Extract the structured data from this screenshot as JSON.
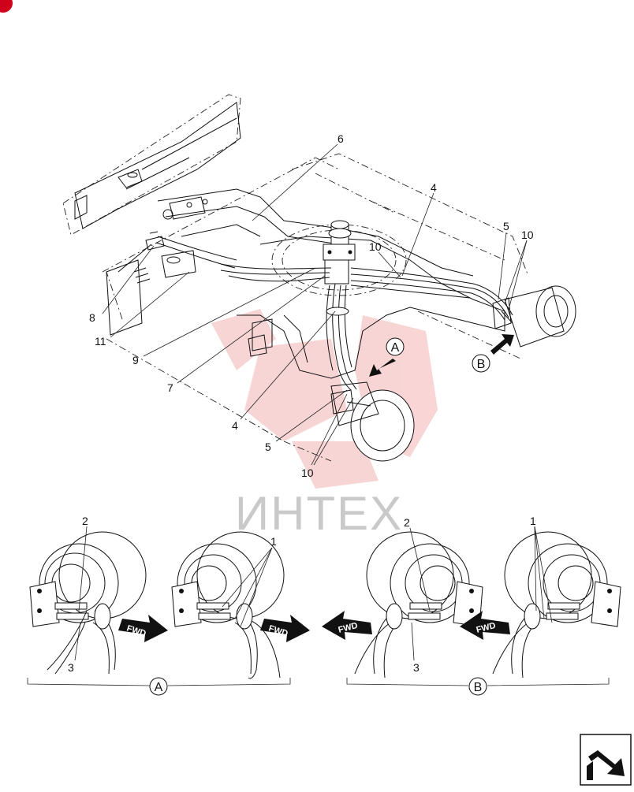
{
  "callouts": {
    "c1_a": "1",
    "c1_b": "1",
    "c2_a": "2",
    "c2_b": "2",
    "c3_a": "3",
    "c3_b": "3",
    "c4_top": "4",
    "c4_bottom": "4",
    "c5_right": "5",
    "c5_bottom": "5",
    "c6": "6",
    "c7": "7",
    "c8": "8",
    "c9": "9",
    "c10_center": "10",
    "c10_right": "10",
    "c10_bottom": "10",
    "c11": "11"
  },
  "view_labels": {
    "a_main": "A",
    "b_main": "B",
    "a_detail": "A",
    "b_detail": "B"
  },
  "fwd_label": "FWD",
  "watermark": "ИНТЕХ",
  "nav": {
    "icon": "return-arrow-icon"
  },
  "colors": {
    "line": "#111111",
    "watermark_gray": "#c9c9c9",
    "watermark_red": "#f4b3b3",
    "corner_mark": "#d0021b"
  }
}
